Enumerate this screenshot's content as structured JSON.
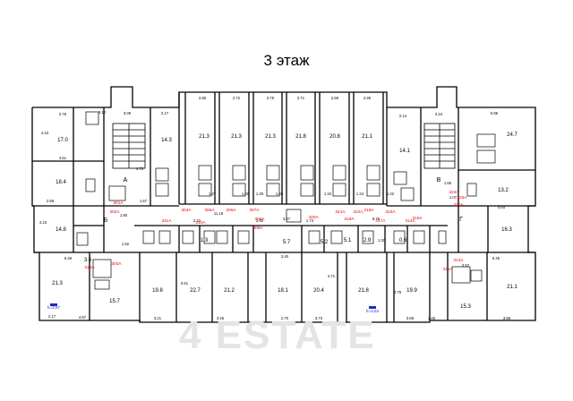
{
  "floor_title": "3 этаж",
  "watermark": "4 ESTATE",
  "colors": {
    "wall": "#000000",
    "red_label": "#e8000b",
    "blue_label": "#1d2bc8",
    "watermark": "#e4e4e4"
  },
  "room_areas": [
    {
      "id": "r1",
      "t": "17.0"
    },
    {
      "id": "r2",
      "t": "18.4"
    },
    {
      "id": "r3",
      "t": "14.3"
    },
    {
      "id": "r4",
      "t": "14.8"
    },
    {
      "id": "r5",
      "t": "21.3"
    },
    {
      "id": "r6",
      "t": "21.3"
    },
    {
      "id": "r7",
      "t": "21.3"
    },
    {
      "id": "r8",
      "t": "21.8"
    },
    {
      "id": "r9",
      "t": "20.8"
    },
    {
      "id": "r10",
      "t": "21.1"
    },
    {
      "id": "r11",
      "t": "14.1"
    },
    {
      "id": "r12",
      "t": "24.7"
    },
    {
      "id": "r13",
      "t": "13.2"
    },
    {
      "id": "r14",
      "t": "16.3"
    },
    {
      "id": "r15",
      "t": "21.3"
    },
    {
      "id": "r16",
      "t": "15.7"
    },
    {
      "id": "r17",
      "t": "19.8"
    },
    {
      "id": "r18",
      "t": "22.7"
    },
    {
      "id": "r19",
      "t": "21.2"
    },
    {
      "id": "r20",
      "t": "18.1"
    },
    {
      "id": "r21",
      "t": "20.4"
    },
    {
      "id": "r22",
      "t": "21.8"
    },
    {
      "id": "r23",
      "t": "19.9"
    },
    {
      "id": "r24",
      "t": "15.3"
    },
    {
      "id": "r25",
      "t": "21.1"
    },
    {
      "id": "r26",
      "t": "5.7"
    },
    {
      "id": "r27",
      "t": "1.3"
    },
    {
      "id": "r28",
      "t": "5.2"
    },
    {
      "id": "r29",
      "t": "5.1"
    },
    {
      "id": "r30",
      "t": "2.9"
    },
    {
      "id": "r31",
      "t": "0.6"
    },
    {
      "id": "r32",
      "t": "3.6"
    }
  ],
  "dimensions": [
    {
      "id": "d1",
      "t": "2.76"
    },
    {
      "id": "d2",
      "t": "3.10"
    },
    {
      "id": "d3",
      "t": "3.09"
    },
    {
      "id": "d4",
      "t": "2.17"
    },
    {
      "id": "d5",
      "t": "2.85"
    },
    {
      "id": "d6",
      "t": "2.72"
    },
    {
      "id": "d7",
      "t": "2.75"
    },
    {
      "id": "d8",
      "t": "2.71"
    },
    {
      "id": "d9",
      "t": "2.69"
    },
    {
      "id": "d10",
      "t": "2.85"
    },
    {
      "id": "d11",
      "t": "2.14"
    },
    {
      "id": "d12",
      "t": "3.24"
    },
    {
      "id": "d13",
      "t": "5.86"
    },
    {
      "id": "d14",
      "t": "4.23"
    },
    {
      "id": "d15",
      "t": "4.51"
    },
    {
      "id": "d16",
      "t": "2.58"
    },
    {
      "id": "d17",
      "t": "4.15"
    },
    {
      "id": "d18",
      "t": "5.46"
    },
    {
      "id": "d19",
      "t": "6.45"
    },
    {
      "id": "d20",
      "t": "2.17"
    },
    {
      "id": "d21",
      "t": "4.87"
    },
    {
      "id": "d22",
      "t": "3.21"
    },
    {
      "id": "d23",
      "t": "3.45"
    },
    {
      "id": "d24",
      "t": "2.70"
    },
    {
      "id": "d25",
      "t": "3.73"
    },
    {
      "id": "d26",
      "t": "3.66"
    },
    {
      "id": "d27",
      "t": "3.46"
    },
    {
      "id": "d28",
      "t": "3.58"
    },
    {
      "id": "d29",
      "t": "1.67"
    },
    {
      "id": "d30",
      "t": "1.27"
    },
    {
      "id": "d31",
      "t": "1.28"
    },
    {
      "id": "d32",
      "t": "1.26"
    },
    {
      "id": "d33",
      "t": "1.29"
    },
    {
      "id": "d34",
      "t": "1.34"
    },
    {
      "id": "d35",
      "t": "1.24"
    },
    {
      "id": "d36",
      "t": "1.42"
    },
    {
      "id": "d37",
      "t": "1.07"
    },
    {
      "id": "d38",
      "t": "1.80"
    },
    {
      "id": "d39",
      "t": "1.82"
    },
    {
      "id": "d40",
      "t": "11.18"
    },
    {
      "id": "d41",
      "t": "3.27"
    },
    {
      "id": "d42",
      "t": "3.40"
    },
    {
      "id": "d43",
      "t": "6.76"
    },
    {
      "id": "d44",
      "t": "1.73"
    },
    {
      "id": "d45",
      "t": "1.65"
    },
    {
      "id": "d46",
      "t": "4.64"
    },
    {
      "id": "d47",
      "t": "2.22"
    },
    {
      "id": "d48",
      "t": "2.60"
    },
    {
      "id": "d49",
      "t": "3.57"
    },
    {
      "id": "d50",
      "t": "0.61"
    },
    {
      "id": "d51",
      "t": "4.71"
    },
    {
      "id": "d52",
      "t": "1.30"
    },
    {
      "id": "d53",
      "t": "4.79"
    },
    {
      "id": "d54",
      "t": "4.73"
    }
  ],
  "room_numbers": [
    {
      "id": "n1",
      "t": "301А"
    },
    {
      "id": "n2",
      "t": "302А"
    },
    {
      "id": "n3",
      "t": "304А"
    },
    {
      "id": "n4",
      "t": "305А"
    },
    {
      "id": "n5",
      "t": "306А"
    },
    {
      "id": "n6",
      "t": "307А"
    },
    {
      "id": "n7",
      "t": "308А"
    },
    {
      "id": "n8",
      "t": "309А"
    },
    {
      "id": "n9",
      "t": "310А"
    },
    {
      "id": "n10",
      "t": "311А"
    },
    {
      "id": "n11",
      "t": "318А"
    },
    {
      "id": "n12",
      "t": "319А"
    },
    {
      "id": "n13",
      "t": "320А"
    },
    {
      "id": "n14",
      "t": "321А"
    },
    {
      "id": "n15",
      "t": "322А"
    },
    {
      "id": "n16",
      "t": "323А"
    },
    {
      "id": "n17",
      "t": "314А"
    },
    {
      "id": "n18",
      "t": "316А"
    },
    {
      "id": "n19",
      "t": "317А"
    },
    {
      "id": "n20",
      "t": "324А"
    },
    {
      "id": "n21",
      "t": "325А"
    },
    {
      "id": "n22",
      "t": "326А"
    },
    {
      "id": "n23",
      "t": "303А"
    },
    {
      "id": "n24",
      "t": "312А"
    },
    {
      "id": "n25",
      "t": "313А"
    },
    {
      "id": "n26",
      "t": "315А"
    }
  ],
  "zone_letters": [
    {
      "id": "z1",
      "t": "А"
    },
    {
      "id": "z2",
      "t": "Б"
    },
    {
      "id": "z3",
      "t": "В"
    },
    {
      "id": "z4",
      "t": "Г"
    }
  ],
  "heights": [
    {
      "id": "h1",
      "t": "h=3,57"
    },
    {
      "id": "h2",
      "t": "h=3,53"
    }
  ]
}
